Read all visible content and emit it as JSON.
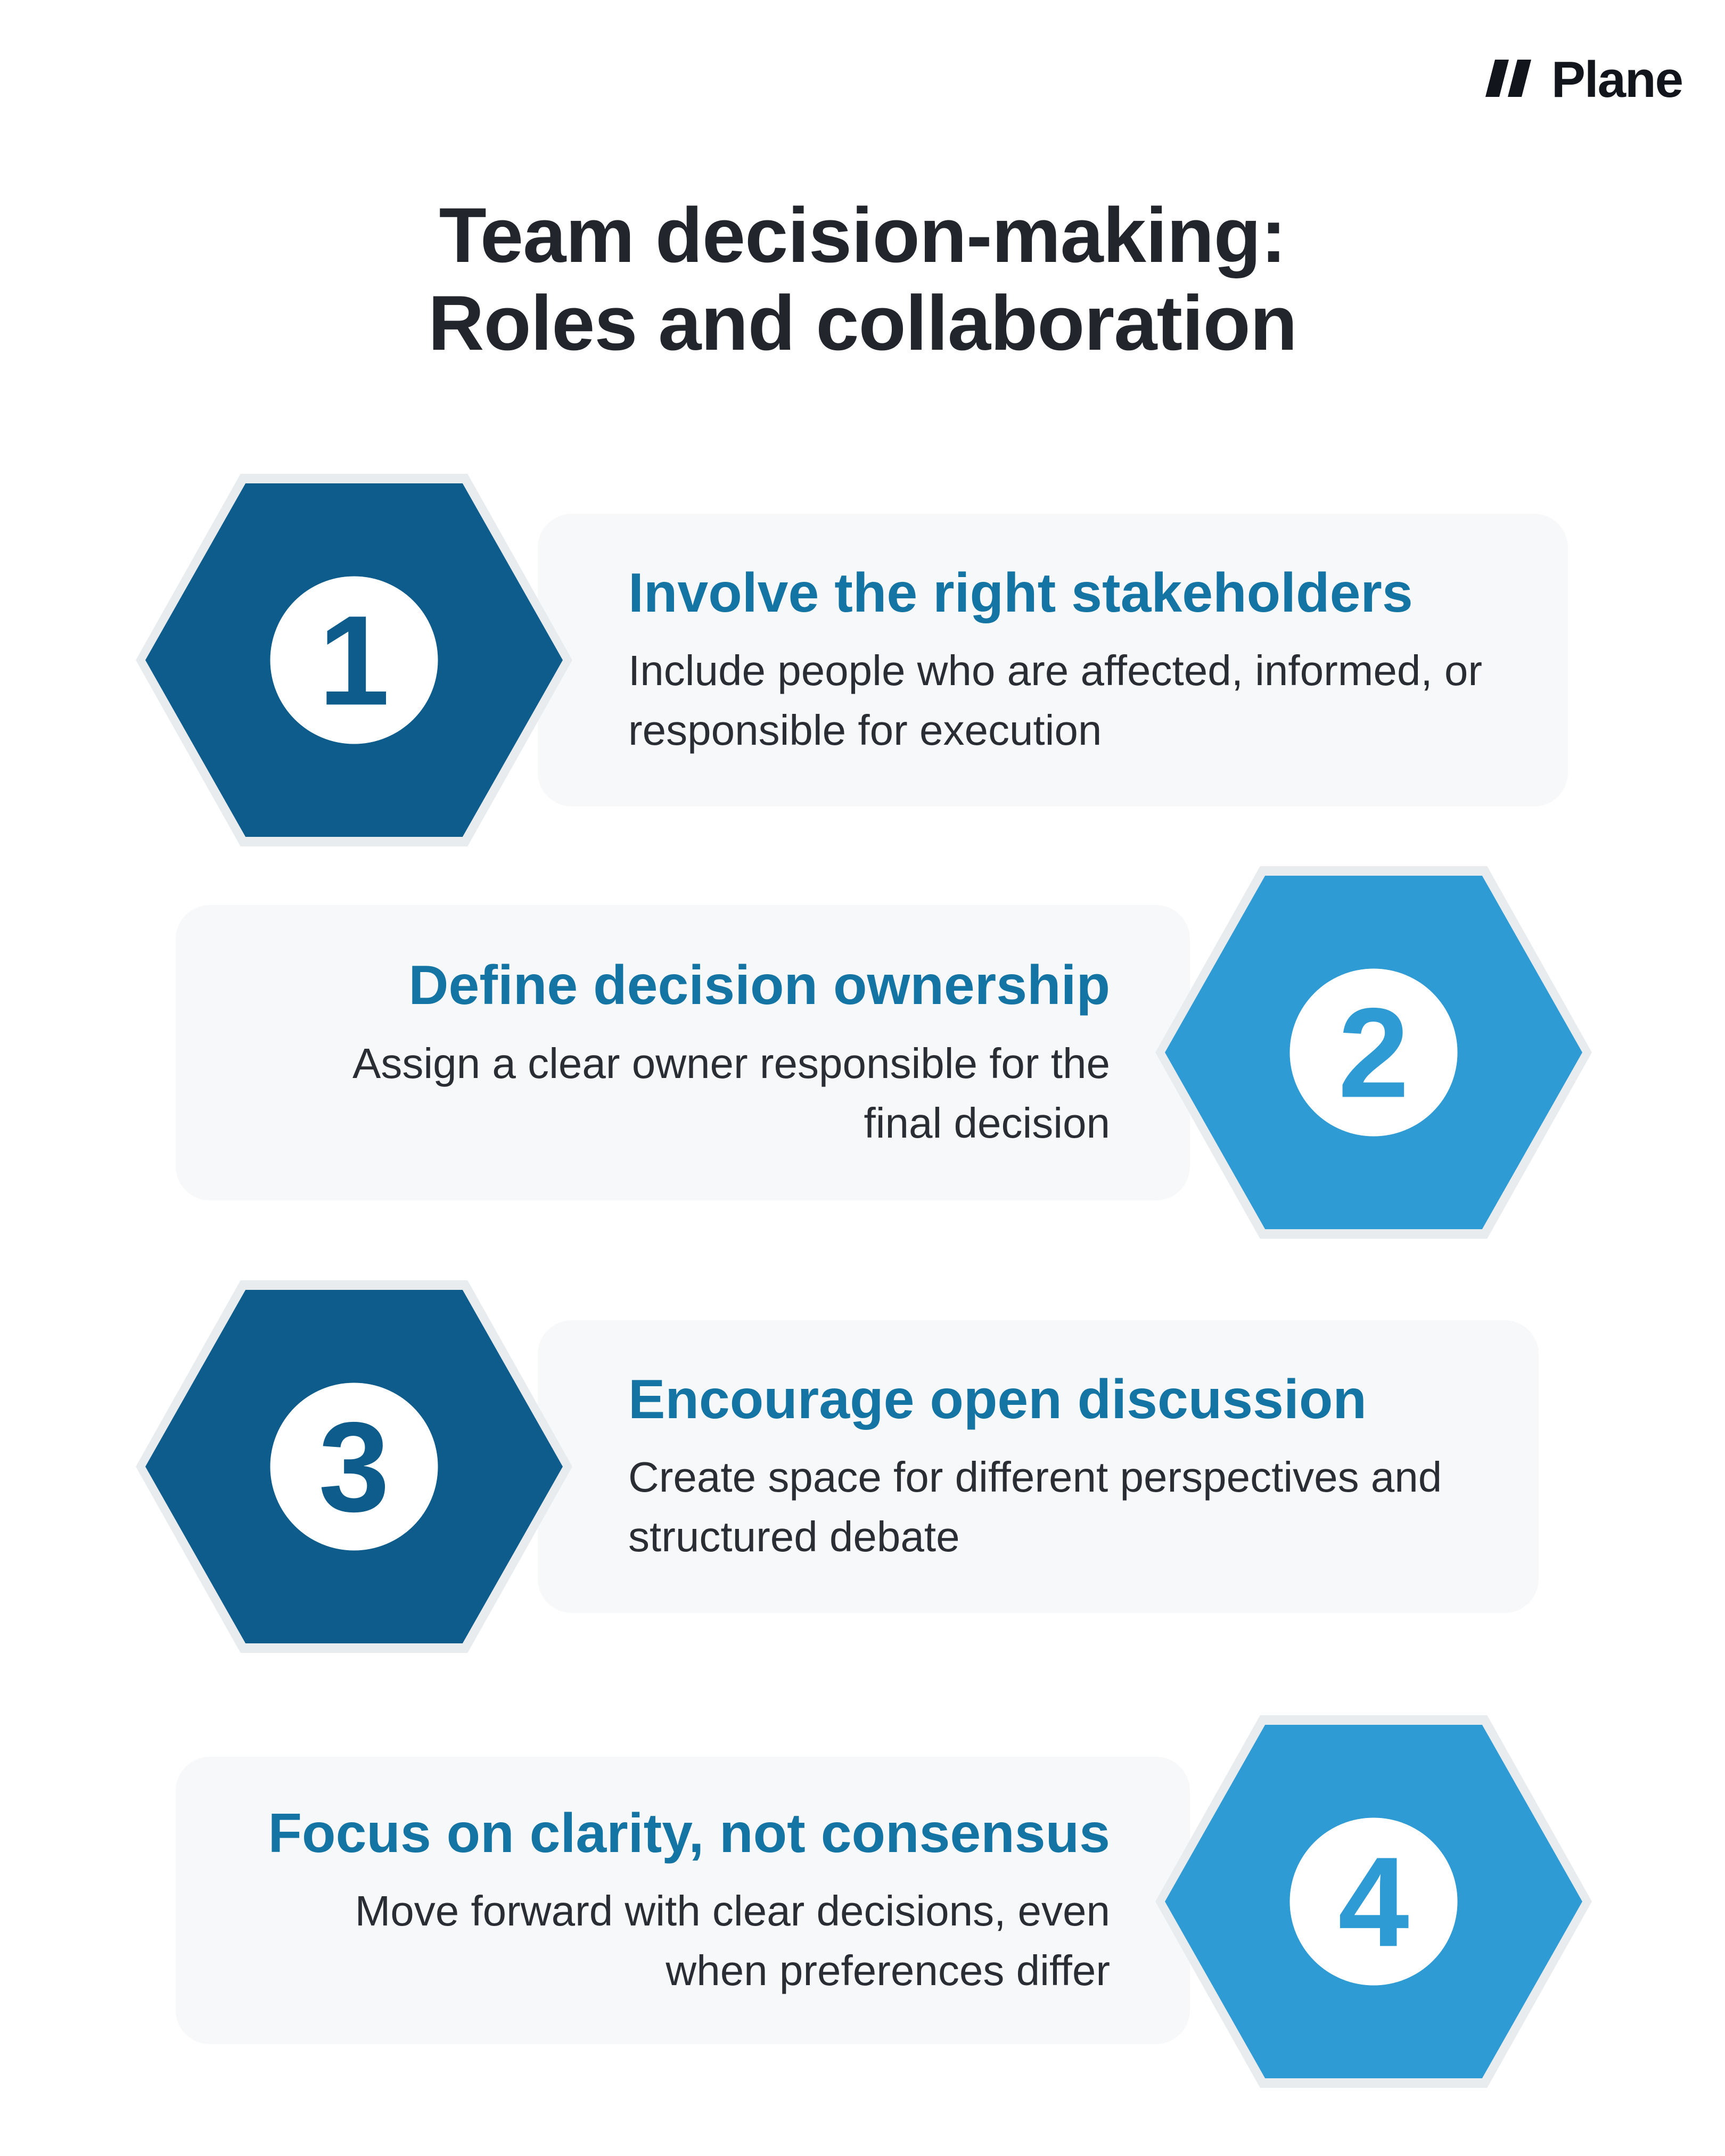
{
  "logo": {
    "text": "Plane",
    "icon": "plane-logo-icon"
  },
  "title": {
    "line1": "Team decision-making:",
    "line2": "Roles and collaboration"
  },
  "colors": {
    "dark_blue_hexagon": "#0d5c8c",
    "light_blue_hexagon": "#2f9bd4",
    "card_title_blue": "#1474a4",
    "heading_text": "#23252d",
    "body_text": "#2b2d35",
    "card_background": "#f7f8f9",
    "hexagon_outline": "#e9ecef",
    "logo_color": "#12151c"
  },
  "steps": [
    {
      "number": "1",
      "title": "Involve the right stakeholders",
      "description": "Include people who are affected, informed, or responsible for execution"
    },
    {
      "number": "2",
      "title": "Define decision ownership",
      "description": "Assign a clear owner responsible for the final decision"
    },
    {
      "number": "3",
      "title": "Encourage open discussion",
      "description": "Create space for different perspectives and structured debate"
    },
    {
      "number": "4",
      "title": "Focus on clarity, not consensus",
      "description": "Move forward with clear decisions, even when preferences differ"
    }
  ]
}
